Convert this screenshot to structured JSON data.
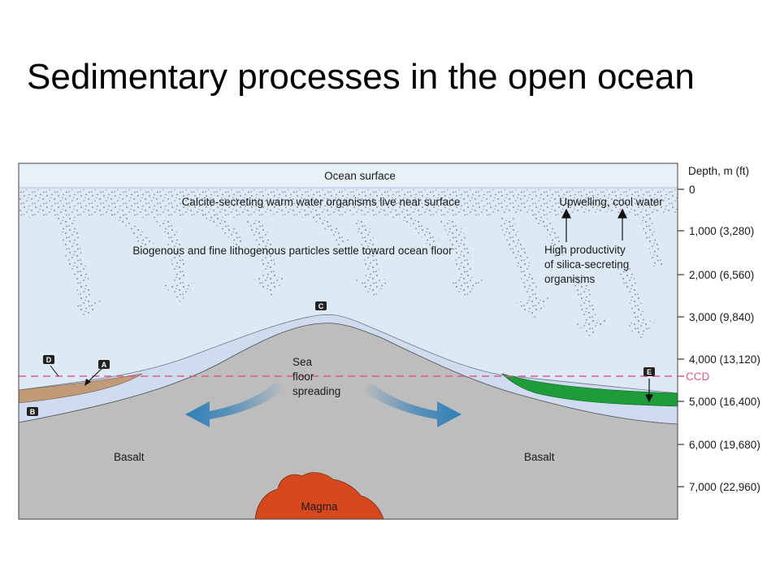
{
  "title": "Sedimentary processes in the open ocean",
  "labels": {
    "ocean_surface": "Ocean surface",
    "calcite": "Calcite-secreting warm water organisms live near surface",
    "upwelling": "Upwelling, cool water",
    "biogenous": "Biogenous and fine lithogenous particles settle toward ocean floor",
    "productivity_1": "High productivity",
    "productivity_2": "of silica-secreting",
    "productivity_3": "organisms",
    "spreading_1": "Sea",
    "spreading_2": "floor",
    "spreading_3": "spreading",
    "basalt_left": "Basalt",
    "basalt_right": "Basalt",
    "magma": "Magma",
    "ccd": "CCD"
  },
  "markers": [
    "A",
    "B",
    "C",
    "D",
    "E"
  ],
  "depth_axis": {
    "title": "Depth, m (ft)",
    "ticks": [
      "0",
      "1,000 (3,280)",
      "2,000 (6,560)",
      "3,000 (9,840)",
      "4,000 (13,120)",
      "5,000 (16,400)",
      "6,000 (19,680)",
      "7,000 (22,960)"
    ]
  },
  "colors": {
    "water": "#dde9f5",
    "sediment_calcareous": "#cfdcf0",
    "sediment_brown": "#c19a78",
    "sediment_green": "#1e9c3a",
    "basalt": "#bdbdbd",
    "magma": "#d8481e",
    "arrow_blue": "#2f7fb8",
    "ccd_pink": "#e05a86"
  }
}
